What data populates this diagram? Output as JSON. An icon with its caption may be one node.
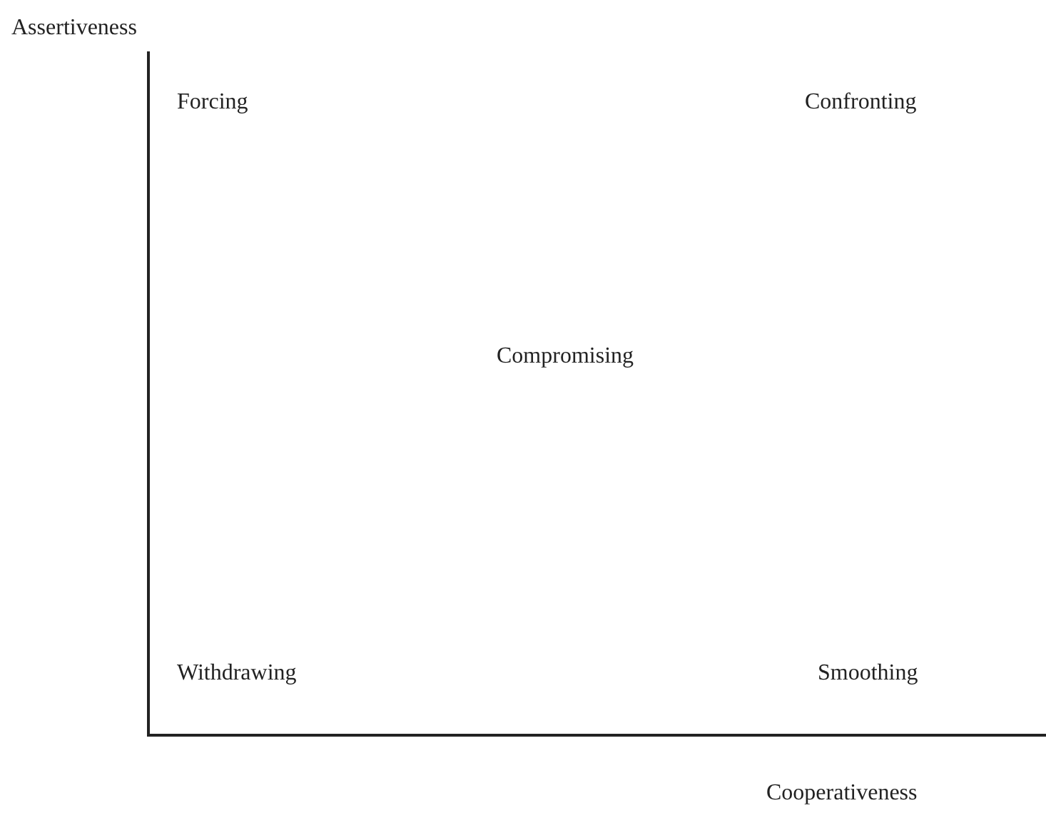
{
  "diagram": {
    "labels": [
      "Assertiveness",
      "Forcing",
      "Confronting",
      "Compromising",
      "Withdrawing",
      "Smoothing",
      "Cooperativeness"
    ]
  }
}
